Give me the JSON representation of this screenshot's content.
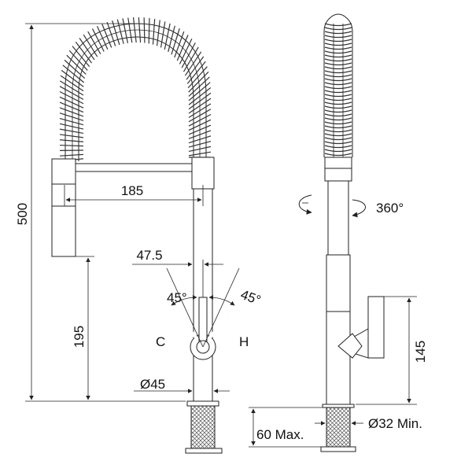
{
  "dimensions": {
    "total_height": "500",
    "spout_reach": "185",
    "spout_height": "195",
    "handle_offset": "47.5",
    "handle_angle_left": "45°",
    "handle_angle_right": "45°",
    "cold_label": "C",
    "hot_label": "H",
    "body_diameter": "Ø45",
    "rotation": "360°",
    "handle_height": "145",
    "hole_diameter": "Ø32 Min.",
    "deck_thickness": "60 Max."
  }
}
